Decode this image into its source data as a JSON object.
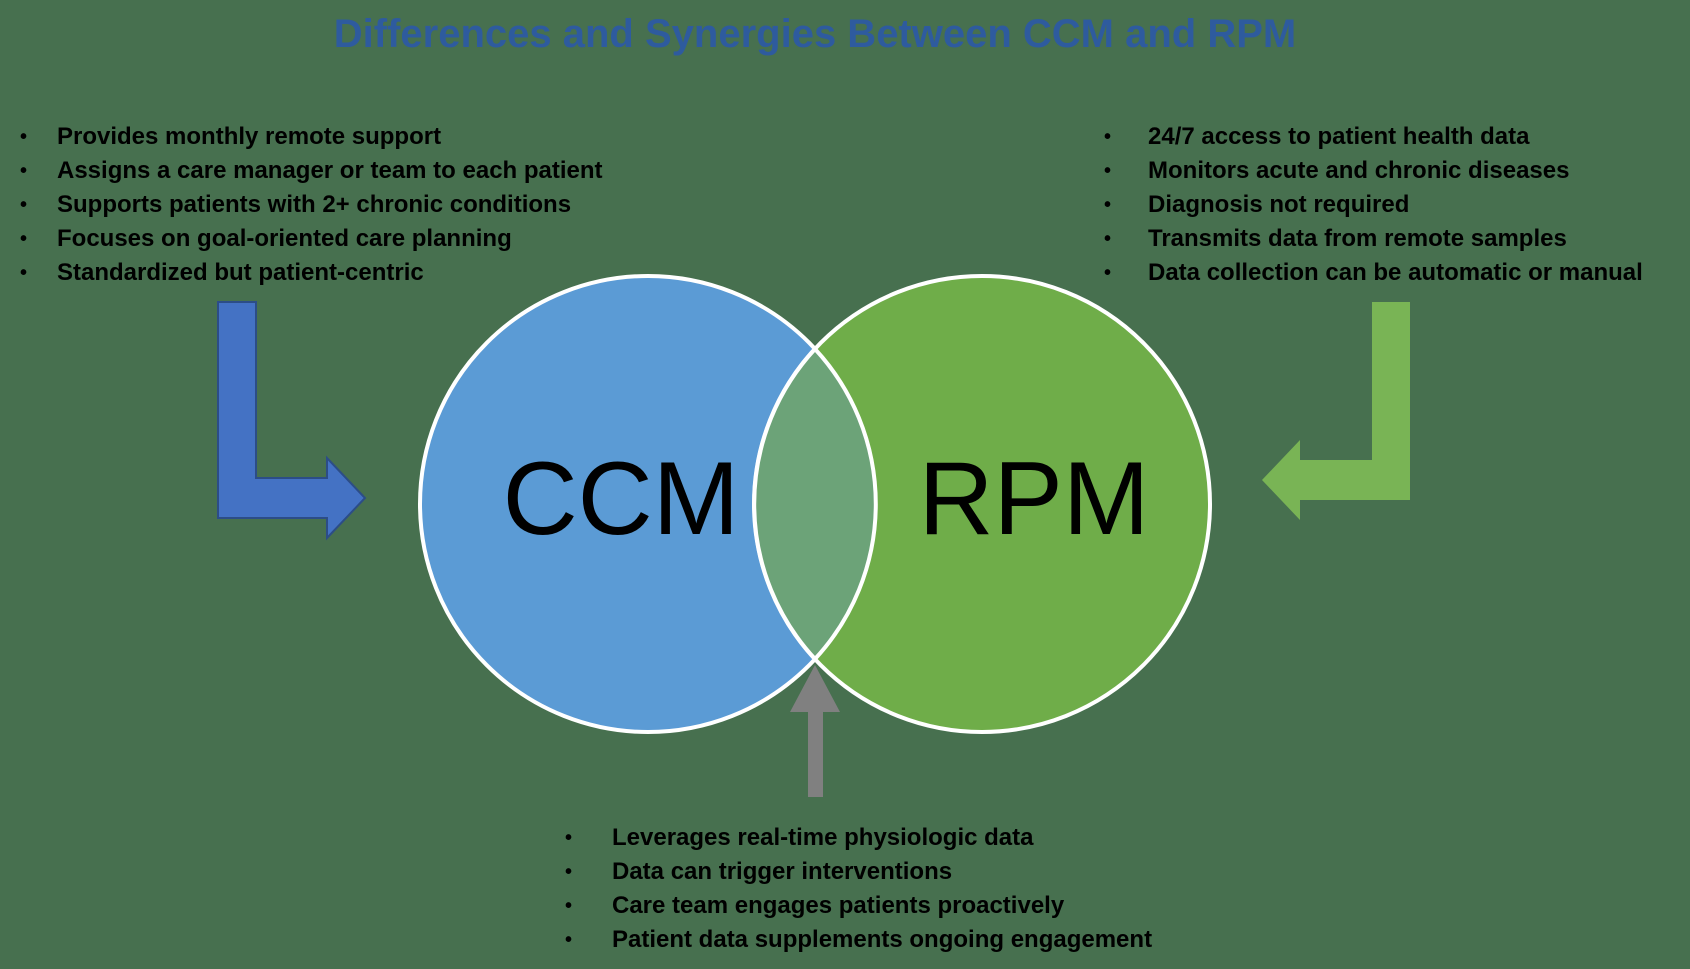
{
  "title": {
    "text": "Differences and Synergies Between CCM and RPM",
    "color": "#2E5B9E"
  },
  "venn": {
    "left": {
      "label": "CCM",
      "color": "#5B9BD5"
    },
    "right": {
      "label": "RPM",
      "color": "#6FAD49"
    },
    "overlap_color": "#6CA378",
    "border_color": "#FFFFFF"
  },
  "lists": {
    "ccm": {
      "items": [
        "Provides monthly remote support",
        "Assigns a care manager or team to each patient",
        "Supports patients with 2+ chronic conditions",
        "Focuses on goal-oriented care planning",
        "Standardized but patient-centric"
      ]
    },
    "rpm": {
      "items": [
        "24/7 access to patient health data",
        "Monitors acute and chronic diseases",
        "Diagnosis not required",
        "Transmits data from remote samples",
        "Data collection can be automatic or manual"
      ]
    },
    "shared": {
      "items": [
        "Leverages real-time physiologic data",
        "Data can trigger interventions",
        "Care team engages patients proactively",
        "Patient data supplements ongoing engagement"
      ]
    }
  },
  "icons": {
    "bullet": "•"
  },
  "colors": {
    "background": "#47704F",
    "text": "#000000",
    "blue_arrow": "#4472C4",
    "blue_arrow_border": "#2C4D87",
    "green_arrow": "#79B455",
    "gray_arrow": "#808080"
  }
}
